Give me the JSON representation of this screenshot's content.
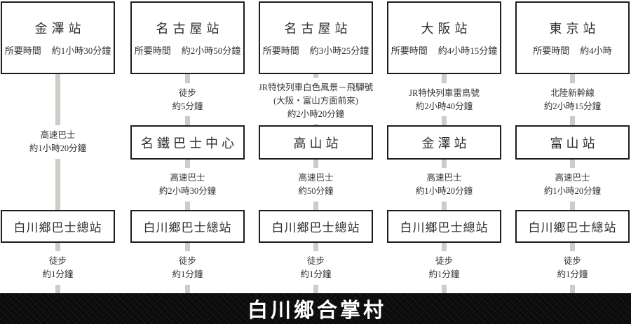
{
  "labels": {
    "duration_prefix": "所要時間"
  },
  "destination_banner": "白川鄉合掌村",
  "routes": [
    {
      "origin": "金澤站",
      "total_time": "約1小時30分鐘",
      "leg1": {
        "line1": "高速巴士",
        "line2": "約1小時20分鐘"
      },
      "final_stop": "白川鄉巴士總站",
      "walk": {
        "line1": "徒步",
        "line2": "約1分鐘"
      }
    },
    {
      "origin": "名古屋站",
      "total_time": "約2小時50分鐘",
      "leg1": {
        "line1": "徒步",
        "line2": "約5分鐘"
      },
      "mid_stop": "名鐵巴士中心",
      "leg2": {
        "line1": "高速巴士",
        "line2": "約2小時30分鐘"
      },
      "final_stop": "白川鄉巴士總站",
      "walk": {
        "line1": "徒步",
        "line2": "約1分鐘"
      }
    },
    {
      "origin": "名古屋站",
      "total_time": "約3小時25分鐘",
      "leg1": {
        "line1": "JR特快列車白色風景－飛驒號",
        "line2": "(大阪・富山方面前來)",
        "line3": "約2小時20分鐘"
      },
      "mid_stop": "高山站",
      "leg2": {
        "line1": "高速巴士",
        "line2": "約50分鐘"
      },
      "final_stop": "白川鄉巴士總站",
      "walk": {
        "line1": "徒步",
        "line2": "約1分鐘"
      }
    },
    {
      "origin": "大阪站",
      "total_time": "約4小時15分鐘",
      "leg1": {
        "line1": "JR特快列車雷鳥號",
        "line2": "約2小時40分鐘"
      },
      "mid_stop": "金澤站",
      "leg2": {
        "line1": "高速巴士",
        "line2": "約1小時20分鐘"
      },
      "final_stop": "白川鄉巴士總站",
      "walk": {
        "line1": "徒步",
        "line2": "約1分鐘"
      }
    },
    {
      "origin": "東京站",
      "total_time": "約4小時",
      "leg1": {
        "line1": "北陸新幹線",
        "line2": "約2小時15分鐘"
      },
      "mid_stop": "富山站",
      "leg2": {
        "line1": "高速巴士",
        "line2": "約1小時20分鐘"
      },
      "final_stop": "白川鄉巴士總站",
      "walk": {
        "line1": "徒步",
        "line2": "約1分鐘"
      }
    }
  ]
}
